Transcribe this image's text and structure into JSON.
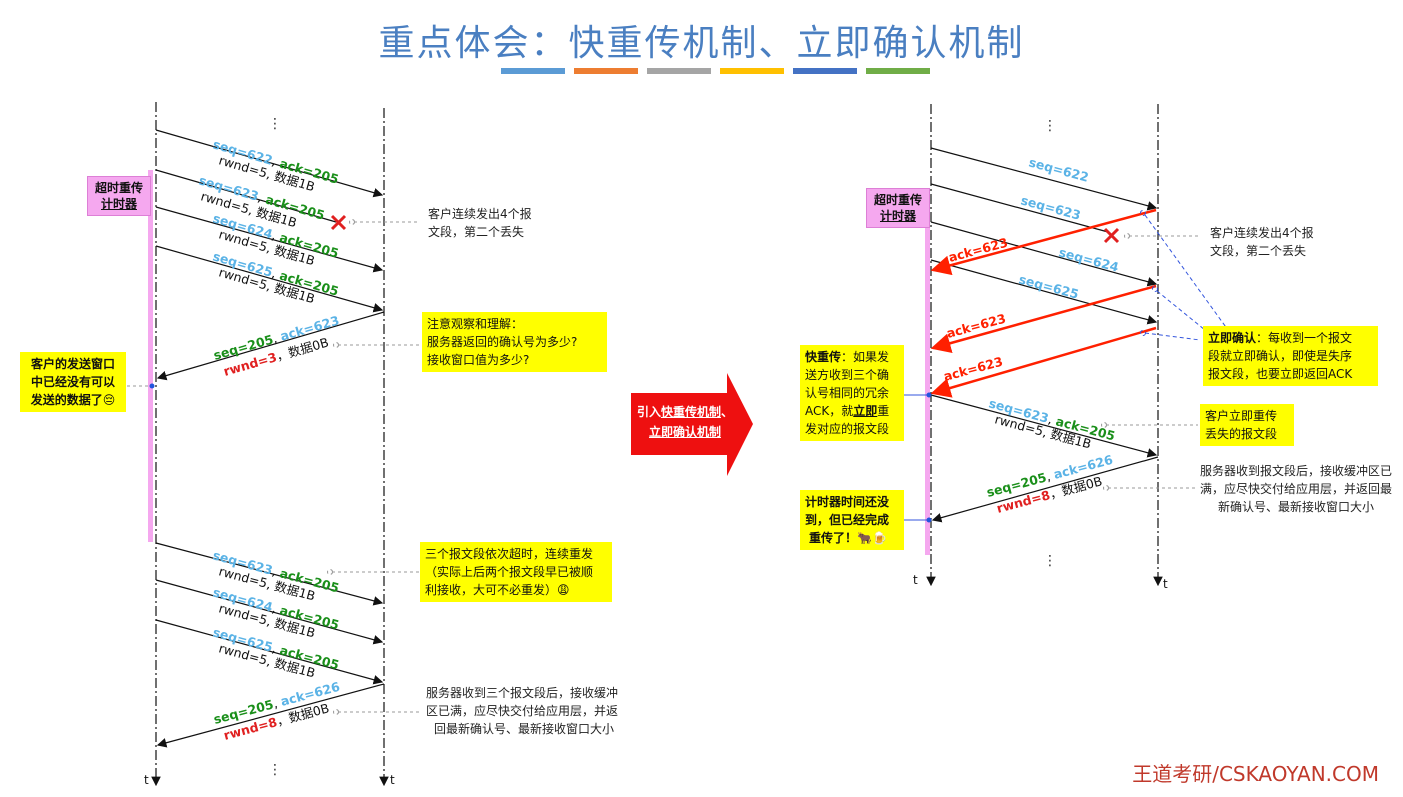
{
  "title": "重点体会：快重传机制、立即确认机制",
  "title_bar_colors": [
    "#5b9bd5",
    "#ed7d31",
    "#a5a5a5",
    "#ffc000",
    "#4472c4",
    "#70ad47"
  ],
  "colors": {
    "seq": "#5bb3e6",
    "ack": "#1a8f1a",
    "rwnd": "#e02020",
    "red": "#ff2000",
    "pink": "#f5a8ef",
    "yellow": "#ffff00"
  },
  "left": {
    "timer_label": [
      "超时重传",
      "计时器"
    ],
    "segments": [
      {
        "seq": "seq=622",
        "ack": "ack=205",
        "rest": "rwnd=5, 数据1B"
      },
      {
        "seq": "seq=623",
        "ack": "ack=205",
        "rest": "rwnd=5, 数据1B"
      },
      {
        "seq": "seq=624",
        "ack": "ack=205",
        "rest": "rwnd=5, 数据1B"
      },
      {
        "seq": "seq=625",
        "ack": "ack=205",
        "rest": "rwnd=5, 数据1B"
      }
    ],
    "reply1": {
      "seq": "seq=205",
      "ack": "ack=623",
      "rwnd": "rwnd=3",
      "rest": "，数据0B"
    },
    "note_loss": [
      "客户连续发出4个报",
      "文段，第二个丢失"
    ],
    "note_observe": [
      "注意观察和理解：",
      "服务器返回的确认号为多少?",
      "接收窗口值为多少?"
    ],
    "note_client_window": [
      "客户的发送窗口",
      "中已经没有可以",
      "发送的数据了😔"
    ],
    "resend": [
      {
        "seq": "seq=623",
        "ack": "ack=205",
        "rest": "rwnd=5, 数据1B"
      },
      {
        "seq": "seq=624",
        "ack": "ack=205",
        "rest": "rwnd=5, 数据1B"
      },
      {
        "seq": "seq=625",
        "ack": "ack=205",
        "rest": "rwnd=5, 数据1B"
      }
    ],
    "note_resend": [
      "三个报文段依次超时，连续重发",
      "（实际上后两个报文段早已被顺",
      "利接收，大可不必重发）😩"
    ],
    "reply2": {
      "seq": "seq=205",
      "ack": "ack=626",
      "rwnd": "rwnd=8",
      "rest": "，数据0B"
    },
    "note_server": [
      "服务器收到三个报文段后，接收缓冲",
      "区已满，应尽快交付给应用层，并返",
      "回最新确认号、最新接收窗口大小"
    ],
    "t_label": "t",
    "dots": "⋮"
  },
  "center_arrow": {
    "line1_prefix": "引入",
    "line1_u": "快重传机制",
    "line1_suffix": "、",
    "line2_u": "立即确认机制"
  },
  "right": {
    "timer_label": [
      "超时重传",
      "计时器"
    ],
    "segs": [
      "seq=622",
      "seq=623",
      "seq=624",
      "seq=625"
    ],
    "acks": [
      "ack=623",
      "ack=623",
      "ack=623"
    ],
    "note_loss": [
      "客户连续发出4个报",
      "文段，第二个丢失"
    ],
    "note_immediate_bold": "立即确认",
    "note_immediate": [
      "：每收到一个报文",
      "段就立即确认，即使是失序",
      "报文段，也要立即返回ACK"
    ],
    "note_fast_bold": "快重传",
    "note_fast": [
      "：如果发",
      "送方收到三个确",
      "认号相同的冗余",
      "ACK，就",
      "立即",
      "重",
      "发对应的报文段"
    ],
    "resend": {
      "seq": "seq=623",
      "ack": "ack=205",
      "rest": "rwnd=5, 数据1B"
    },
    "note_client_resend": [
      "客户立即重传",
      "丢失的报文段"
    ],
    "reply": {
      "seq": "seq=205",
      "ack": "ack=626",
      "rwnd": "rwnd=8",
      "rest": "，数据0B"
    },
    "note_server": [
      "服务器收到报文段后，接收缓冲区已",
      "满，应尽快交付给应用层，并返回最",
      "新确认号、最新接收窗口大小"
    ],
    "note_timer": [
      "计时器时间还没",
      "到，但已经完成",
      "重传了！🐂🍺"
    ],
    "t_label": "t",
    "dots": "⋮"
  },
  "footer": "王道考研/CSKAOYAN.COM"
}
